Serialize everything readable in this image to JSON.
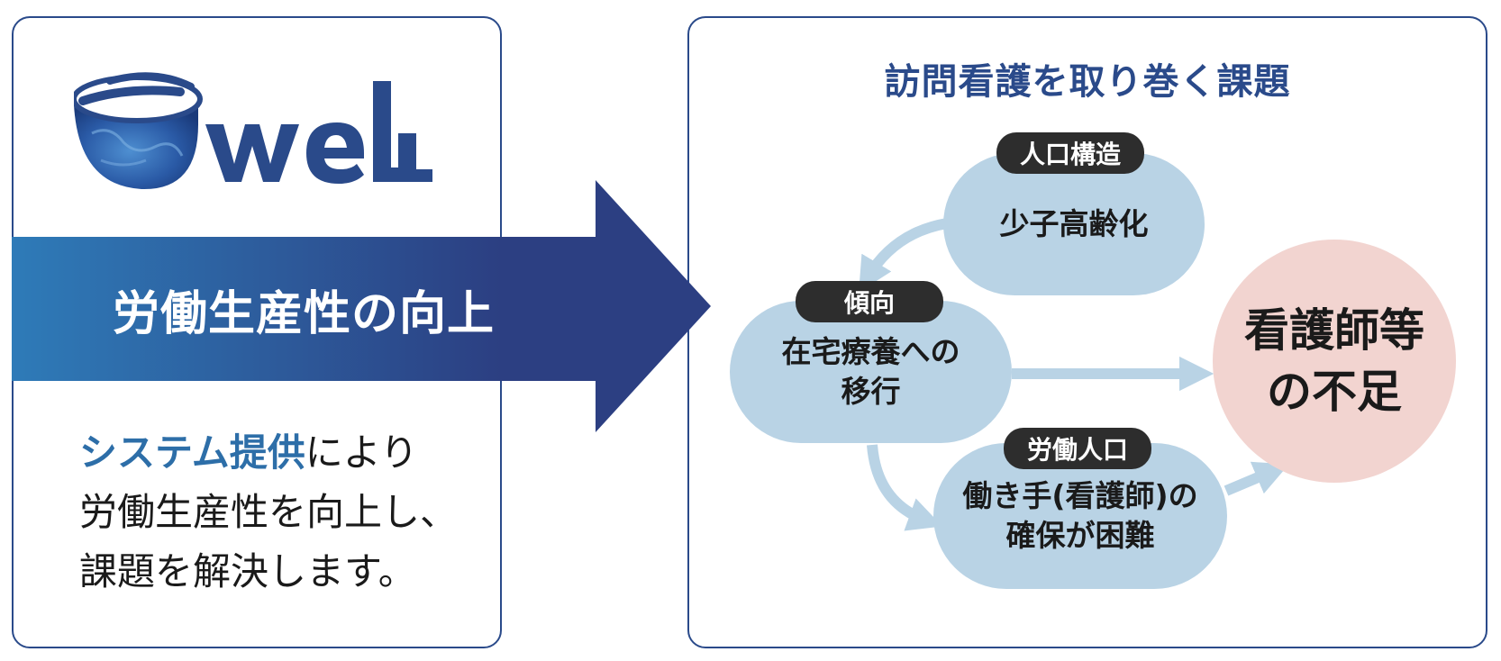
{
  "brand": {
    "logo_text": "eWeLL"
  },
  "left": {
    "arrow_label": "労働生産性の向上",
    "system_highlight": "システム提供",
    "system_rest": "により\n労働生産性を向上し、\n課題を解決します。"
  },
  "right": {
    "title": "訪問看護を取り巻く課題",
    "nodes": [
      {
        "tag": "人口構造",
        "label": "少子高齢化"
      },
      {
        "tag": "傾向",
        "label": "在宅療養への\n移行"
      },
      {
        "tag": "労働人口",
        "label": "働き手(看護師)の\n確保が困難"
      }
    ],
    "outcome": "看護師等\nの不足"
  },
  "colors": {
    "frame": "#2a4a8a",
    "arrow_start": "#2e7bb8",
    "arrow_end": "#2c3f82",
    "highlight": "#2d6ea8",
    "node_fill": "#b9d3e5",
    "tag_fill": "#2d2d2d",
    "outcome_fill": "#f2d4d0",
    "flow_arrow": "#b9d3e5"
  }
}
